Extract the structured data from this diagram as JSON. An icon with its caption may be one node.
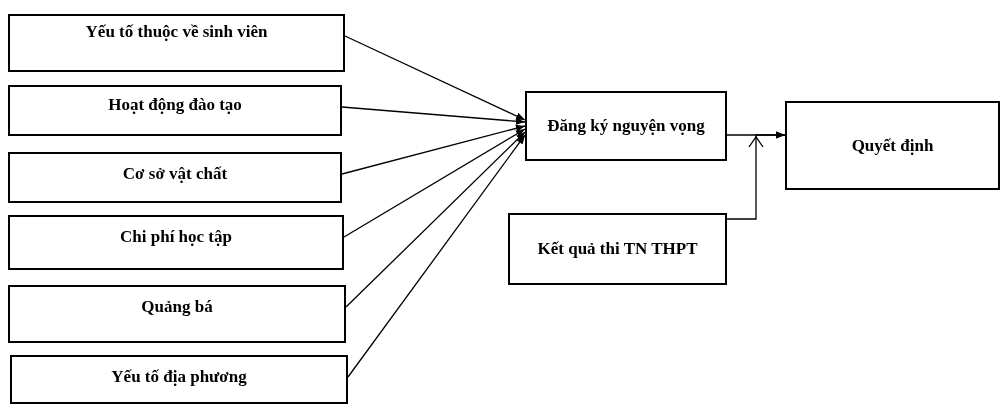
{
  "diagram": {
    "nodes": [
      {
        "text": [
          "Yếu tố thuộc về sinh viên"
        ]
      },
      {
        "text": [
          "Hoạt động đào tạo"
        ]
      },
      {
        "text": [
          "Cơ sở vật chất"
        ]
      },
      {
        "text": [
          "Chi phí học tập"
        ]
      },
      {
        "text": [
          "Quảng bá"
        ]
      },
      {
        "text": [
          "Yếu tố địa phương"
        ]
      },
      {
        "text": [
          "Đăng ký nguyện vọng"
        ]
      },
      {
        "text": [
          "Kết quả thi TN THPT"
        ]
      },
      {
        "text": [
          "Quyết định"
        ]
      }
    ],
    "edges": [
      {
        "from": 0,
        "to": 6,
        "arrow": "to"
      },
      {
        "from": 1,
        "to": 6,
        "arrow": "to"
      },
      {
        "from": 2,
        "to": 6,
        "arrow": "to"
      },
      {
        "from": 3,
        "to": 6,
        "arrow": "to"
      },
      {
        "from": 4,
        "to": 6,
        "arrow": "to"
      },
      {
        "from": 5,
        "to": 6,
        "arrow": "to"
      },
      {
        "from": 6,
        "to": 8,
        "arrow": "to"
      },
      {
        "from": 7,
        "to": 8,
        "arrow": "to"
      }
    ]
  }
}
